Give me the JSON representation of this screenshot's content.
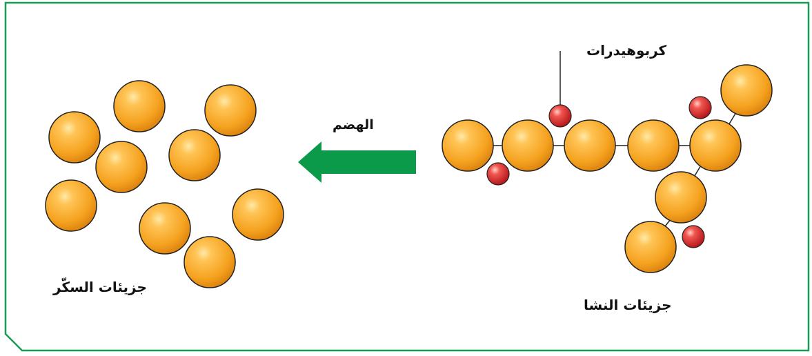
{
  "labels": {
    "digestion": "الهضم",
    "carbohydrates": "كربوهيدرات",
    "starch_molecules": "جزيئات النشا",
    "sugar_molecules": "جزيئات السكّر"
  },
  "colors": {
    "frame": "#1a9a52",
    "arrow": "#0a9a4a",
    "molecule_fill": "#f5a623",
    "molecule_stroke": "#222222",
    "small_particle": "#d8282a",
    "bond_line": "#222222"
  },
  "icons": {
    "arrow": "left-arrow-icon"
  }
}
